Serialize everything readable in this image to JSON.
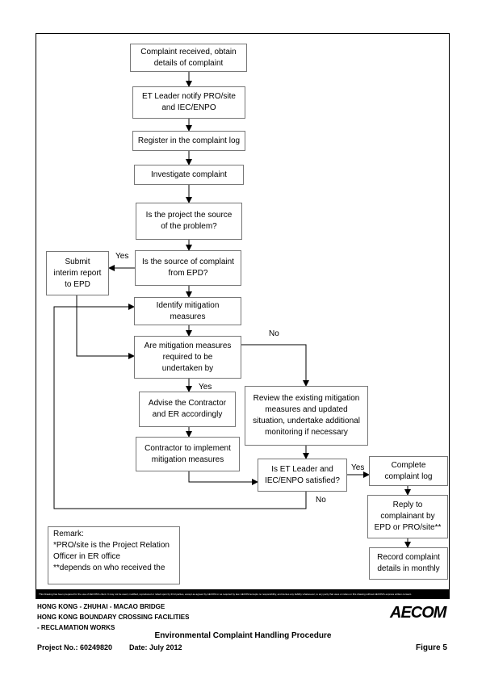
{
  "boxes": {
    "received": "Complaint received, obtain\ndetails of complaint",
    "notify": "ET Leader notify PRO/site\nand IEC/ENPO",
    "register": "Register in the complaint log",
    "investigate": "Investigate complaint",
    "source_problem": "Is the project the source\nof the problem?",
    "source_epd": "Is the source of complaint\nfrom EPD?",
    "interim": "Submit\ninterim report\nto EPD",
    "identify": "Identify mitigation\nmeasures",
    "required": "Are mitigation measures\nrequired to be\nundertaken by",
    "advise": "Advise the Contractor\nand ER accordingly",
    "implement": "Contractor to implement\nmitigation measures",
    "review": "Review the existing mitigation\nmeasures and updated\nsituation, undertake additional\nmonitoring if necessary",
    "satisfied": "Is ET Leader and\nIEC/ENPO satisfied?",
    "complete": "Complete\ncomplaint log",
    "reply": "Reply to\ncomplainant by\nEPD or PRO/site**",
    "record": "Record complaint\ndetails in monthly"
  },
  "labels": {
    "yes_epd": "Yes",
    "no_required": "No",
    "yes_required": "Yes",
    "yes_satisfied": "Yes",
    "no_satisfied": "No"
  },
  "remark": "Remark:\n*PRO/site is the Project Relation\nOfficer in ER office\n**depends on who received the",
  "disclaimer": "This Drawing has been prepared for the use of AECOM's client. It may not be used, modified, reproduced or relied upon by third parties, except as agreed by AECOM or as required by law. AECOM accepts no responsibility, and denies any liability whatsoever, to any party that uses or relies on this drawing without AECOM's express written consent.",
  "footer": {
    "project_line1": "HONG KONG - ZHUHAI - MACAO BRIDGE",
    "project_line2": "HONG KONG BOUNDARY CROSSING FACILITIES",
    "project_line3": "- RECLAMATION WORKS",
    "logo": "AECOM",
    "title": "Environmental Complaint Handling Procedure",
    "project_no": "Project No.: 60249820",
    "date": "Date: July 2012",
    "figure": "Figure 5"
  }
}
